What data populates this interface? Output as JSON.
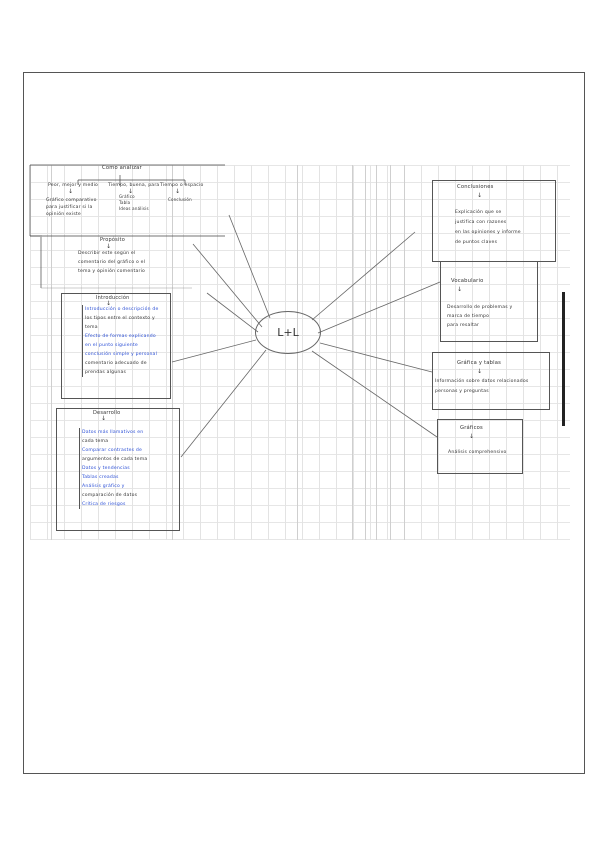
{
  "center": "L+L",
  "top_left": {
    "title": "Como analizar",
    "cols": [
      {
        "head": "Peor, mejor y medio",
        "body": [
          "Gráfico comparativo",
          "para justificar si la",
          "opinión existe"
        ]
      },
      {
        "head": "Tiempo, buena, para",
        "body": [
          "Gráfico",
          "Tabla",
          "Ideas análisis"
        ]
      },
      {
        "head": "Tiempo o espacio",
        "body": [
          "Conclusión"
        ]
      }
    ]
  },
  "left1": {
    "title": "Propósito",
    "lines": [
      "Describir este según el",
      "comentario del gráfico o el",
      "tema y opinión comentario"
    ]
  },
  "left2": {
    "title": "Introducción",
    "lines": [
      "Introducción o descripción de",
      "los tipos entre el contexto y",
      "tema",
      "Efecto de formas explicando",
      "en el punto siguiente",
      "conclusión simple y personal",
      "comentario adecuado de",
      "prendas algunas"
    ]
  },
  "left3": {
    "title": "Desarrollo",
    "lines": [
      "Datos más llamativos en",
      "cada tema",
      "Comparar contrastes de",
      "argumentos de cada tema",
      "Datos y tendencias",
      "Tablas creadas",
      "Análisis gráfico y",
      "comparación de datos",
      "Crítica de riesgos"
    ]
  },
  "right1": {
    "title": "Conclusiones",
    "lines": [
      "Explicación que se",
      "justifica con razones",
      "en las opiniones y informe",
      "de puntos claves"
    ]
  },
  "right2": {
    "title": "Vocabulario",
    "lines": [
      "Desarrollo de problemas y",
      "marca de tiempo",
      "para resaltar"
    ]
  },
  "right3": {
    "title": "Gráfica y tablas",
    "lines": [
      "Información sobre datos relacionados",
      "personas y preguntas"
    ]
  },
  "right4": {
    "title": "Gráficos",
    "lines": [
      "Análisis comprehensivo"
    ]
  }
}
